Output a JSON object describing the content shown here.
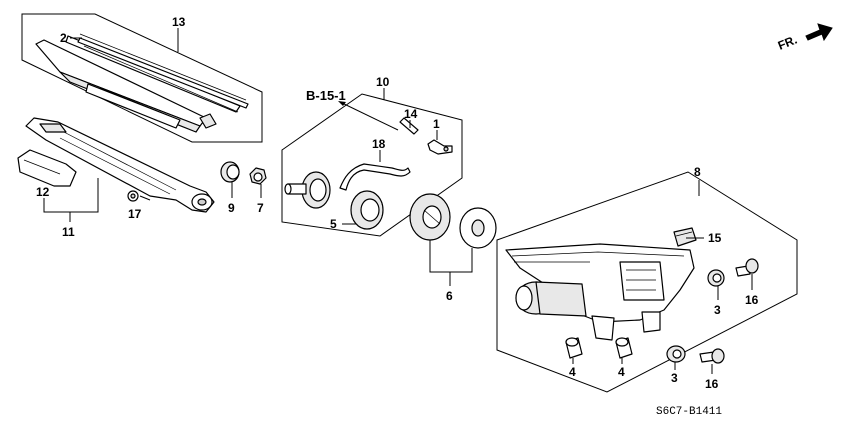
{
  "diagram": {
    "ref_label": "B-15-1",
    "direction_label": "FR.",
    "code": "S6C7-B1411",
    "callouts": {
      "c1": "1",
      "c2": "2",
      "c3a": "3",
      "c3b": "3",
      "c4a": "4",
      "c4b": "4",
      "c5": "5",
      "c6": "6",
      "c7": "7",
      "c8": "8",
      "c9": "9",
      "c10": "10",
      "c11": "11",
      "c12": "12",
      "c13": "13",
      "c14": "14",
      "c15": "15",
      "c16a": "16",
      "c16b": "16",
      "c17": "17",
      "c18": "18"
    }
  }
}
